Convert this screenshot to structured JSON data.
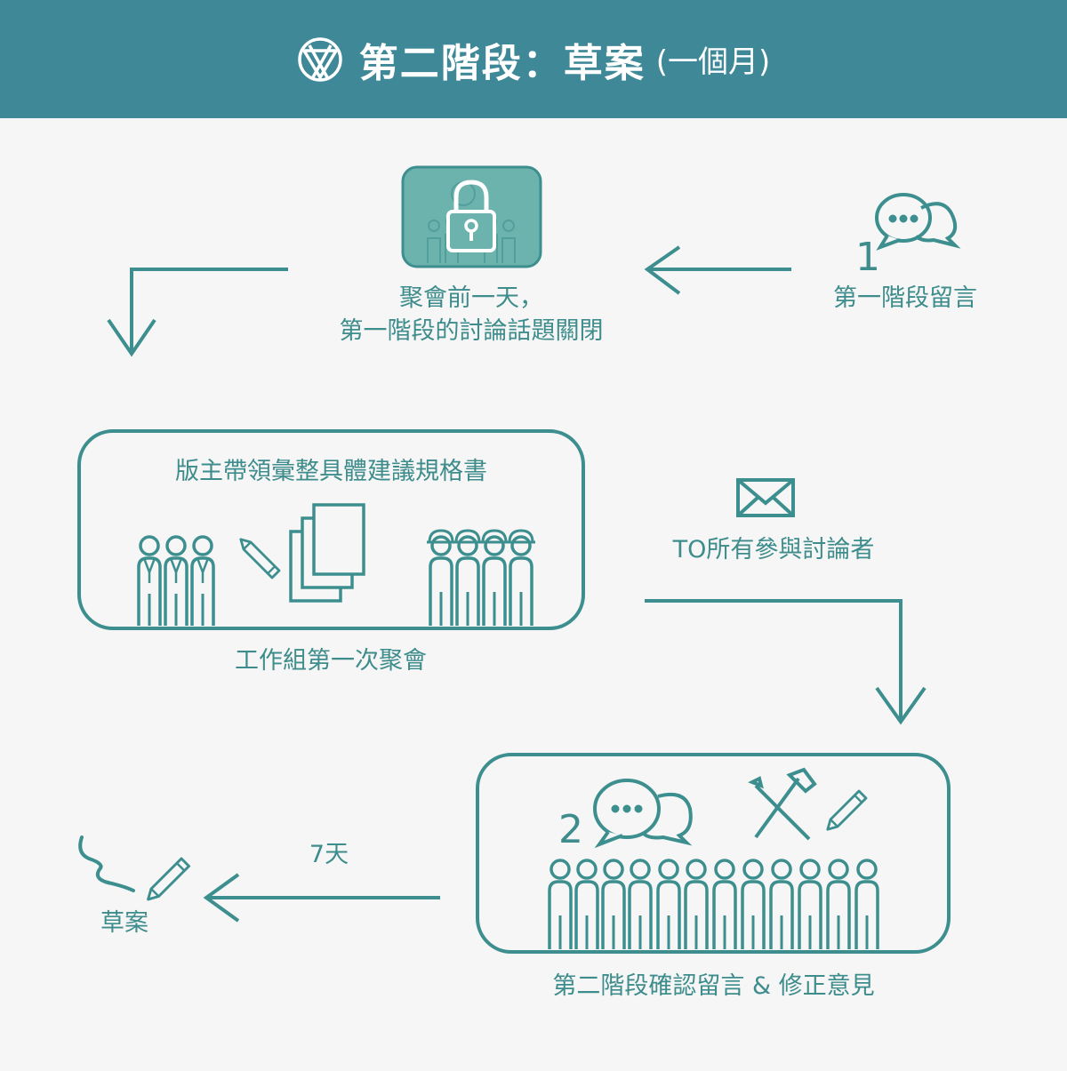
{
  "header": {
    "title": "第二階段：草案",
    "subtitle": "(一個月)",
    "logo_icon": "community-logo-icon"
  },
  "colors": {
    "header_bg": "#3e8898",
    "accent": "#3d8e8e",
    "background": "#f6f6f6",
    "lock_box": "#6db3ad"
  },
  "nodes": {
    "stage1_comments": {
      "number": "1",
      "label": "第一階段留言",
      "icon": "speech-bubbles-icon"
    },
    "close_discussion": {
      "line1": "聚會前一天，",
      "line2": "第一階段的討論話題關閉",
      "icon": "padlock-icon"
    },
    "first_meeting": {
      "box_label": "版主帶領彙整具體建議規格書",
      "caption": "工作組第一次聚會"
    },
    "email_all": {
      "label": "TO所有參與討論者",
      "icon": "envelope-icon"
    },
    "stage2_comments": {
      "number": "2",
      "caption": "第二階段確認留言 & 修正意見"
    },
    "draft": {
      "duration": "7天",
      "label": "草案",
      "icon": "pencil-icon"
    }
  }
}
